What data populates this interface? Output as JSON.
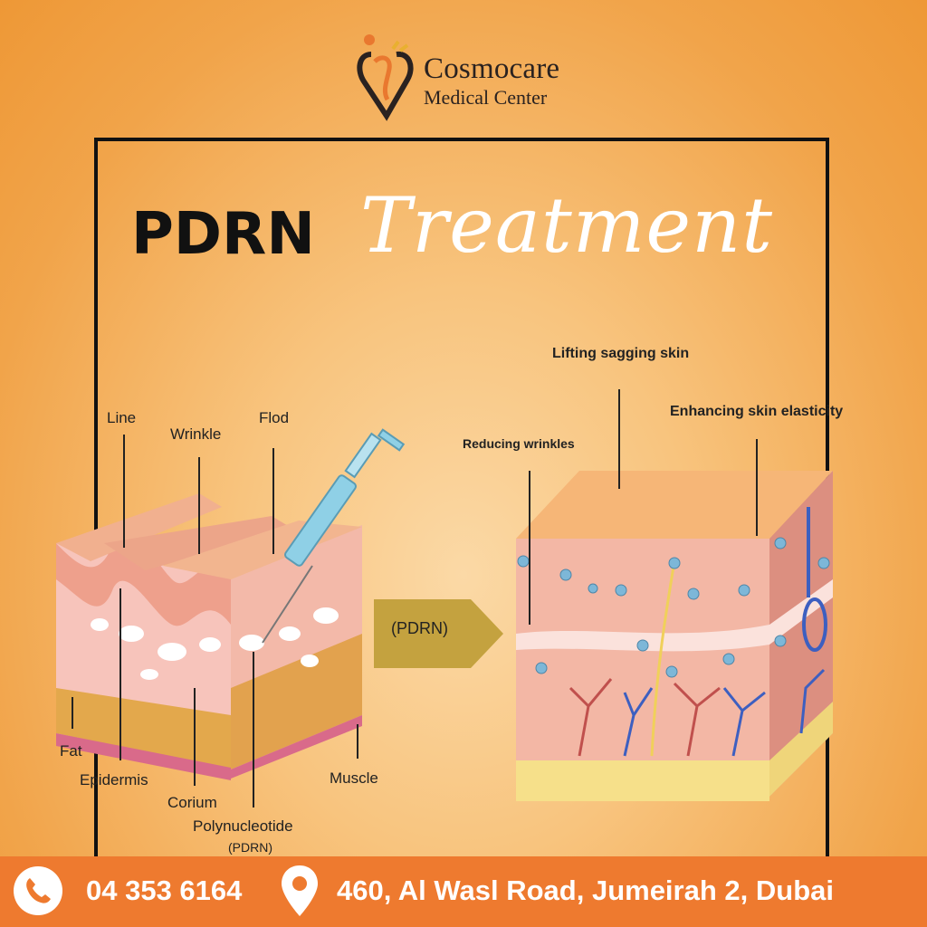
{
  "brand": {
    "name": "Cosmocare",
    "subtitle": "Medical Center"
  },
  "title": {
    "bold": "PDRN",
    "script": "Treatment"
  },
  "before_labels": {
    "line": "Line",
    "wrinkle": "Wrinkle",
    "flod": "Flod",
    "fat": "Fat",
    "epidermis": "Epidermis",
    "corium": "Corium",
    "polynucleotide": "Polynucleotide",
    "pdrn_small": "(PDRN)",
    "muscle": "Muscle"
  },
  "arrow_label": "(PDRN)",
  "after_labels": {
    "lifting": "Lifting sagging skin",
    "elasticity": "Enhancing skin elasticity",
    "wrinkles": "Reducing wrinkles"
  },
  "footer": {
    "phone": "04 353 6164",
    "address": "460, Al Wasl Road, Jumeirah 2, Dubai",
    "color": "#ee7a2f"
  },
  "icons": [
    "logo-icon",
    "phone-icon",
    "location-pin-icon",
    "syringe-icon",
    "arrow-right-icon"
  ]
}
